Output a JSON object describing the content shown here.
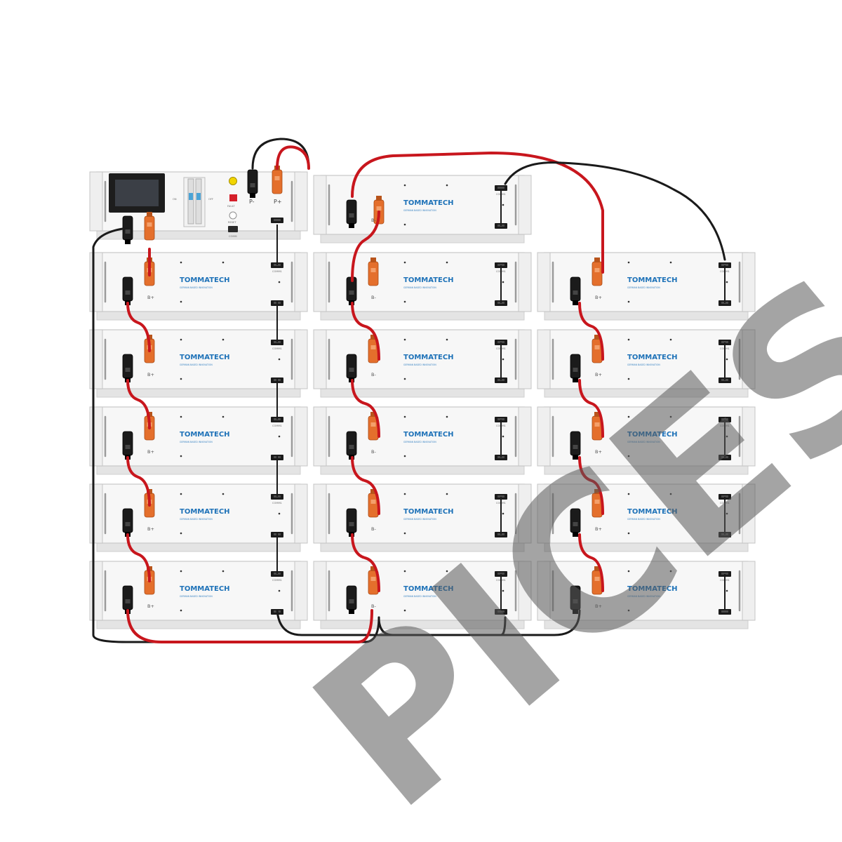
{
  "brand": {
    "name_part1": "TOMMA",
    "name_part2": "TECH",
    "tagline": "GERMAN BASED INNOVATION"
  },
  "control_panel": {
    "switch_off_label": "OFF",
    "switch_on_label": "ON",
    "fault_label": "FAULT",
    "reset_label": "RESET",
    "comm_label": "COMM",
    "p_minus_label": "P-",
    "p_plus_label": "P+"
  },
  "terminal_labels": {
    "b_minus": "B-",
    "b_plus": "B+",
    "comm_port": "COMM1"
  },
  "watermark": {
    "text": "PICES"
  },
  "colors": {
    "orange_connector": "#e46f2c",
    "red_cable": "#c8161d",
    "black_cable": "#1a1a1a",
    "brand_blue": "#1e72b8"
  }
}
